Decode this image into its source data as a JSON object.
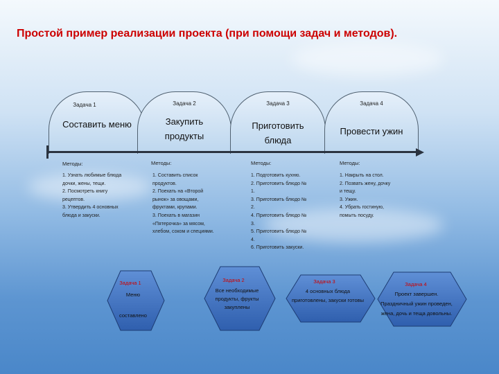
{
  "title": "Простой пример реализации проекта (при помощи задач и методов).",
  "columns": [
    {
      "label": "Задача 1",
      "text": "Составить меню",
      "methods_label": "Методы:",
      "methods": "1. Узнать любимые блюда дочки, жены, тещи.\n2. Посмотреть книгу рецептов.\n3. Утвердить 4 основных блюда и закуски."
    },
    {
      "label": "Задача 2",
      "text": "Закупить продукты",
      "methods_label": "Методы:",
      "methods": "1. Составить список продуктов.\n2. Поехать на «Второй рынок» за овощами, фруктами, крупами.\n3. Поехать в магазин «Пятерочка» за мясом, хлебом, соком и специями."
    },
    {
      "label": "Задача 3",
      "text": "Приготовить блюда",
      "methods_label": "Методы:",
      "methods": "1. Подготовить кухню.\n2. Приготовить блюдо № 1.\n3. Приготовить блюдо № 2.\n4. Приготовить блюдо № 3.\n5. Приготовить блюдо № 4.\n6. Приготовить закуски."
    },
    {
      "label": "Задача 4",
      "text": "Провести ужин",
      "methods_label": "Методы:",
      "methods": "1. Накрыть на стол.\n2. Позвать жену, дочку и тещу.\n3. Ужин.\n4. Убрать гостиную, помыть посуду."
    }
  ],
  "results": [
    {
      "label": "Задача 1",
      "text": "Меню\n\nсоставлено"
    },
    {
      "label": "Задача 2",
      "text": "Все необходимые\nпродукты, фрукты\nзакуплены"
    },
    {
      "label": "Задача 3",
      "text": "4 основных блюда\nприготовлены, закуски готовы"
    },
    {
      "label": "Задача 4",
      "text": "Проект завершен.\nПраздничный ужин проведен,\nжена, дочь и теща довольны."
    }
  ],
  "colors": {
    "title": "#cc0000",
    "hex_fill": "#2f5fae",
    "hex_fill_light": "#5f8fd6",
    "tab_fill": "#cfe1f3"
  }
}
